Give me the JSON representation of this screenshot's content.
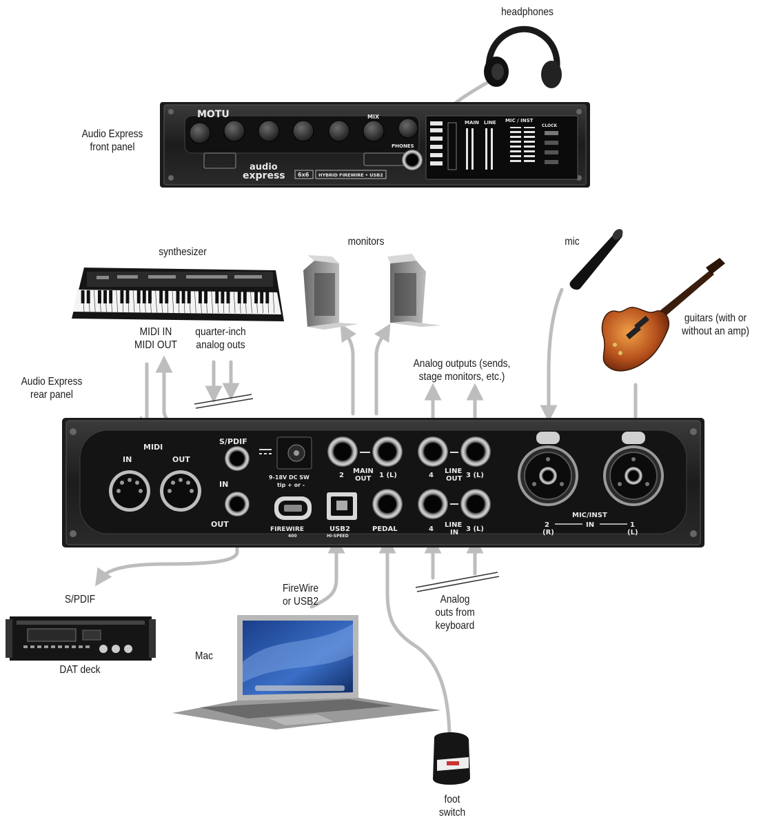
{
  "front_panel": {
    "caption": [
      "Audio Express",
      "front panel"
    ],
    "brand": "MOTU",
    "model_top": "audio",
    "model_bottom": "express",
    "badge": "6x6",
    "tagline": "HYBRID FIREWIRE • USB2",
    "knob_label_mix": "MIX",
    "phones_label": "PHONES",
    "meter_headers": [
      "MAIN",
      "LINE",
      "MIC / INST",
      "CLOCK"
    ]
  },
  "rear_panel": {
    "caption": [
      "Audio Express",
      "rear panel"
    ],
    "midi": "MIDI",
    "midi_in": "IN",
    "midi_out": "OUT",
    "spdif": "S/PDIF",
    "spdif_in": "IN",
    "spdif_out": "OUT",
    "power": [
      "9-18V DC SW",
      "tip + or -"
    ],
    "firewire": "FIREWIRE",
    "firewire_sub": "400",
    "usb": "USB2",
    "usb_sub": "HI-SPEED",
    "main_out": [
      "MAIN",
      "OUT"
    ],
    "main_2": "2",
    "main_1": "1 (L)",
    "line_out": [
      "LINE",
      "OUT"
    ],
    "line_in": [
      "LINE",
      "IN"
    ],
    "ch4": "4",
    "ch3": "3 (L)",
    "pedal": "PEDAL",
    "micinst": "MIC/INST",
    "mic_in": "IN",
    "mic_2": "2",
    "mic_2r": "(R)",
    "mic_1": "1",
    "mic_1l": "(L)"
  },
  "labels": {
    "headphones": [
      "headphones"
    ],
    "synthesizer": [
      "synthesizer"
    ],
    "midi_io": [
      "MIDI IN",
      "MIDI OUT"
    ],
    "quarter_inch": [
      "quarter-inch",
      "analog outs"
    ],
    "monitors": [
      "monitors"
    ],
    "mic": [
      "mic"
    ],
    "guitars": [
      "guitars (with or",
      "without an amp)"
    ],
    "analog_outputs": [
      "Analog outputs (sends,",
      "stage monitors, etc.)"
    ],
    "spdif": [
      "S/PDIF"
    ],
    "dat_deck": [
      "DAT deck"
    ],
    "firewire_usb": [
      "FireWire",
      "or USB2"
    ],
    "mac": [
      "Mac"
    ],
    "analog_keyboard": [
      "Analog",
      "outs from",
      "keyboard"
    ],
    "foot_switch": [
      "foot",
      "switch"
    ]
  },
  "colors": {
    "panel": "#232323",
    "cable": "#bdbdbd",
    "laptop": "#9a9a9a",
    "guitar": "#b5501c"
  }
}
